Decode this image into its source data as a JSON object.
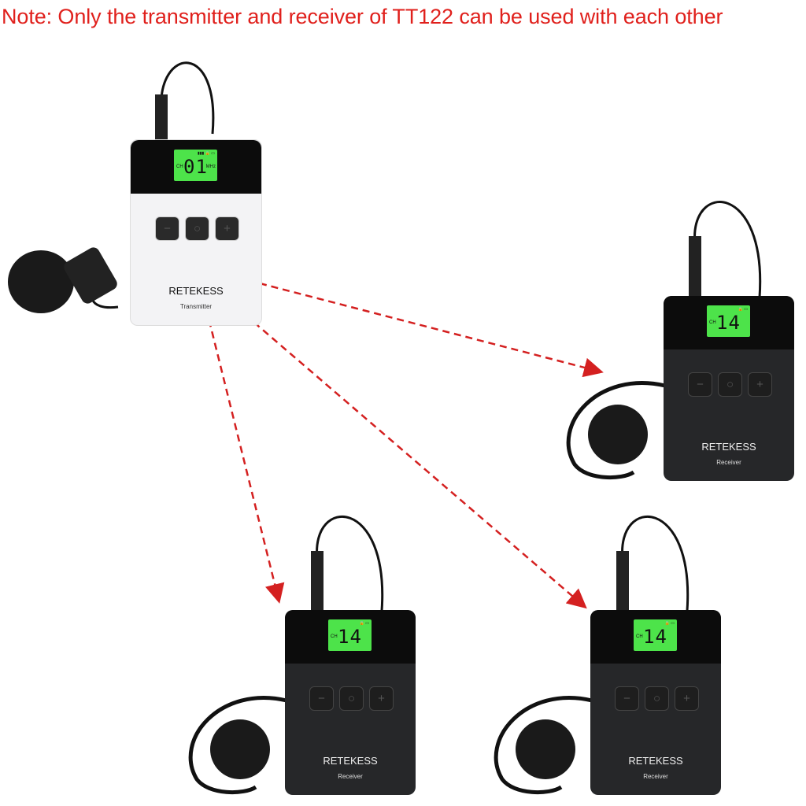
{
  "note": "Note: Only the transmitter and receiver of TT122 can be used with each other",
  "brand": "RETEKESS",
  "transmitter": {
    "label": "Transmitter",
    "channel": "01",
    "ch": "CH",
    "unit": "MHz",
    "indicators": "▮▮▮ 🔒 ▭"
  },
  "receivers": [
    {
      "label": "Receiver",
      "channel": "14",
      "ch": "CH",
      "indicators": "🔒 ▭"
    },
    {
      "label": "Receiver",
      "channel": "14",
      "ch": "CH",
      "indicators": "🔒 ▭"
    },
    {
      "label": "Receiver",
      "channel": "14",
      "ch": "CH",
      "indicators": "🔒 ▭"
    }
  ],
  "buttons": {
    "minus": "−",
    "power": "○",
    "plus": "+"
  },
  "colors": {
    "note": "#e0201c",
    "arrow": "#d42020",
    "lcd": "#4de34a"
  }
}
